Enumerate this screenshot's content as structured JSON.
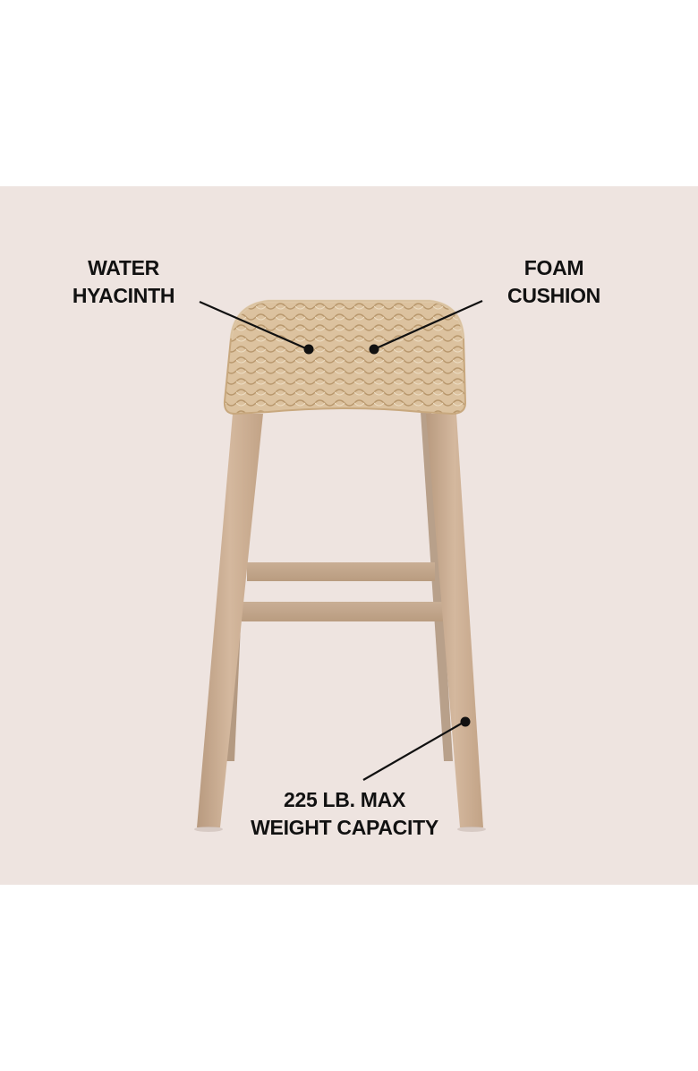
{
  "panel": {
    "background": "#eee4e0"
  },
  "callouts": [
    {
      "id": "water-hyacinth",
      "lines": [
        "WATER",
        "HYACINTH"
      ]
    },
    {
      "id": "foam-cushion",
      "lines": [
        "FOAM",
        "CUSHION"
      ]
    },
    {
      "id": "weight-capacity",
      "lines": [
        "225 LB. MAX",
        "WEIGHT CAPACITY"
      ]
    }
  ],
  "product": {
    "type": "backless bar stool",
    "seat_material": "woven water hyacinth",
    "frame": "light washed wood"
  },
  "colors": {
    "text": "#111111",
    "wood": "#c9ab90",
    "wicker": "#d9bd98",
    "leader": "#111111"
  }
}
